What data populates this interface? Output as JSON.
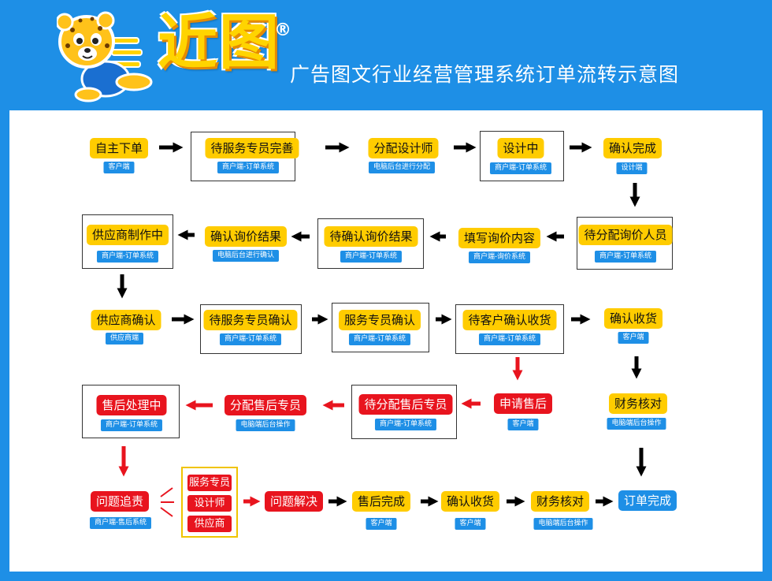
{
  "header": {
    "brand": "近图",
    "reg_mark": "®",
    "tagline": "广告图文行业经营管理系统订单流转示意图",
    "mascot_icon": "leopard-mascot-icon"
  },
  "colors": {
    "background": "#1e8fe6",
    "yellow": "#ffcc00",
    "red": "#e8141e",
    "blue": "#1e8fe6",
    "black_arrow": "#000000",
    "red_arrow": "#e8141e"
  },
  "nodes": {
    "n1": {
      "label": "自主下单",
      "sub": "客户端"
    },
    "n2": {
      "label": "待服务专员完善",
      "sub": "商户端-订单系统"
    },
    "n3": {
      "label": "分配设计师",
      "sub": "电脑后台进行分配"
    },
    "n4": {
      "label": "设计中",
      "sub": "商户端-订单系统"
    },
    "n5": {
      "label": "确认完成",
      "sub": "设计端"
    },
    "n6": {
      "label": "待分配询价人员",
      "sub": "商户端-订单系统"
    },
    "n7": {
      "label": "填写询价内容",
      "sub": "商户端-询价系统"
    },
    "n8": {
      "label": "待确认询价结果",
      "sub": "商户端-订单系统"
    },
    "n9": {
      "label": "确认询价结果",
      "sub": "电脑后台进行确认"
    },
    "n10": {
      "label": "供应商制作中",
      "sub": "商户端-订单系统"
    },
    "n11": {
      "label": "供应商确认",
      "sub": "供应商端"
    },
    "n12": {
      "label": "待服务专员确认",
      "sub": "商户端-订单系统"
    },
    "n13": {
      "label": "服务专员确认",
      "sub": "商户端-订单系统"
    },
    "n14": {
      "label": "待客户确认收货",
      "sub": "商户端-订单系统"
    },
    "n15": {
      "label": "确认收货",
      "sub": "客户端"
    },
    "n16": {
      "label": "申请售后",
      "sub": "客户端"
    },
    "n17": {
      "label": "待分配售后专员",
      "sub": "商户端-订单系统"
    },
    "n18": {
      "label": "分配售后专员",
      "sub": "电脑端后台操作"
    },
    "n19": {
      "label": "售后处理中",
      "sub": "商户端-订单系统"
    },
    "n20": {
      "label": "财务核对",
      "sub": "电脑端后台操作"
    },
    "n21": {
      "label": "问题追责",
      "sub": "商户端-售后系统"
    },
    "n22": {
      "label": "问题解决"
    },
    "n23": {
      "label": "售后完成",
      "sub": "客户端"
    },
    "n24": {
      "label": "确认收货",
      "sub": "客户端"
    },
    "n25": {
      "label": "财务核对",
      "sub": "电脑端后台操作"
    },
    "n26": {
      "label": "订单完成"
    }
  },
  "parties": [
    "服务专员",
    "设计师",
    "供应商"
  ]
}
